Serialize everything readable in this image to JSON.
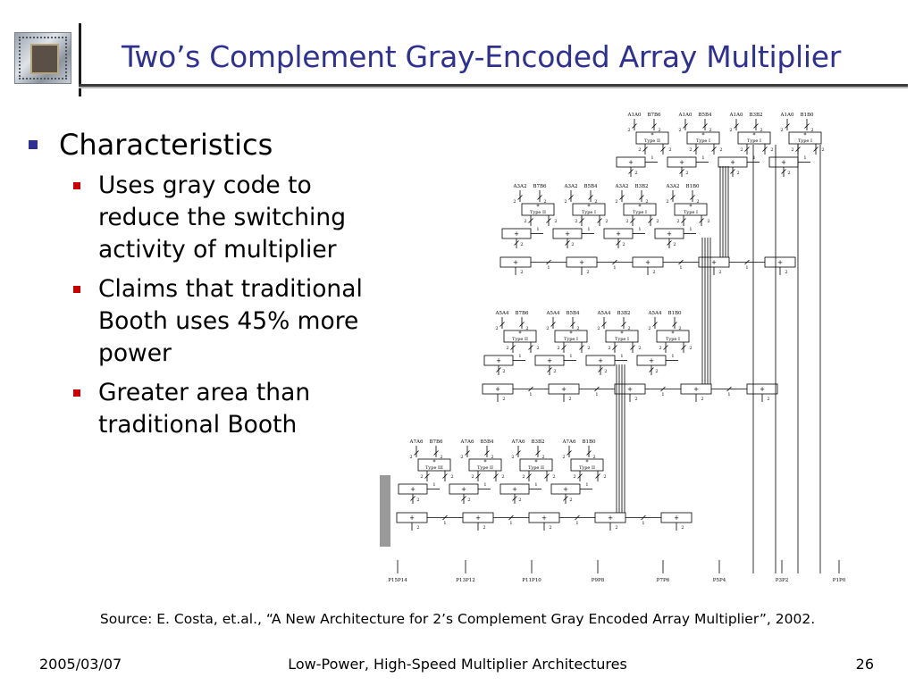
{
  "slide": {
    "title": "Two’s Complement Gray-Encoded Array Multiplier",
    "icons": {
      "logo": "chip-photo-icon"
    },
    "bullets": [
      {
        "text": "Characteristics",
        "level": 1
      },
      {
        "text": "Uses gray code to reduce the switching activity of multiplier",
        "level": 2
      },
      {
        "text": "Claims that traditional Booth uses 45% more power",
        "level": 2
      },
      {
        "text": "Greater area than traditional Booth",
        "level": 2
      }
    ],
    "source": "Source: E. Costa, et.al., “A New Architecture for 2’s Complement Gray Encoded Array Multiplier”, 2002.",
    "footer": {
      "date": "2005/03/07",
      "center": "Low-Power, High-Speed Multiplier Architectures",
      "page": "26"
    },
    "colors": {
      "title": "#2e3192",
      "bullet_l1": "#2e3192",
      "bullet_l2": "#cc0000"
    }
  },
  "diagram": {
    "rows": [
      {
        "inputs": [
          "A1A0",
          "B7B6",
          "A1A0",
          "B5B4",
          "A1A0",
          "B3B2",
          "A1A0",
          "B1B0"
        ],
        "multipliers": [
          "Type II",
          "Type I",
          "Type I",
          "Type I"
        ]
      },
      {
        "inputs": [
          "A3A2",
          "B7B6",
          "A3A2",
          "B5B4",
          "A3A2",
          "B3B2",
          "A3A2",
          "B1B0"
        ],
        "multipliers": [
          "Type II",
          "Type I",
          "Type I",
          "Type I"
        ]
      },
      {
        "inputs": [
          "A5A4",
          "B7B6",
          "A5A4",
          "B5B4",
          "A5A4",
          "B3B2",
          "A5A4",
          "B1B0"
        ],
        "multipliers": [
          "Type II",
          "Type I",
          "Type I",
          "Type I"
        ]
      },
      {
        "inputs": [
          "A7A6",
          "B7B6",
          "A7A6",
          "B5B4",
          "A7A6",
          "B3B2",
          "A7A6",
          "B1B0"
        ],
        "multipliers": [
          "Type III",
          "Type II",
          "Type II",
          "Type II"
        ]
      }
    ],
    "outputs": [
      "P15P14",
      "P13P12",
      "P11P10",
      "P9P8",
      "P7P6",
      "P5P4",
      "P3P2",
      "P1P0"
    ],
    "symbols": {
      "mult": "*",
      "add": "+",
      "wire2": "2",
      "wire1": "1"
    }
  }
}
